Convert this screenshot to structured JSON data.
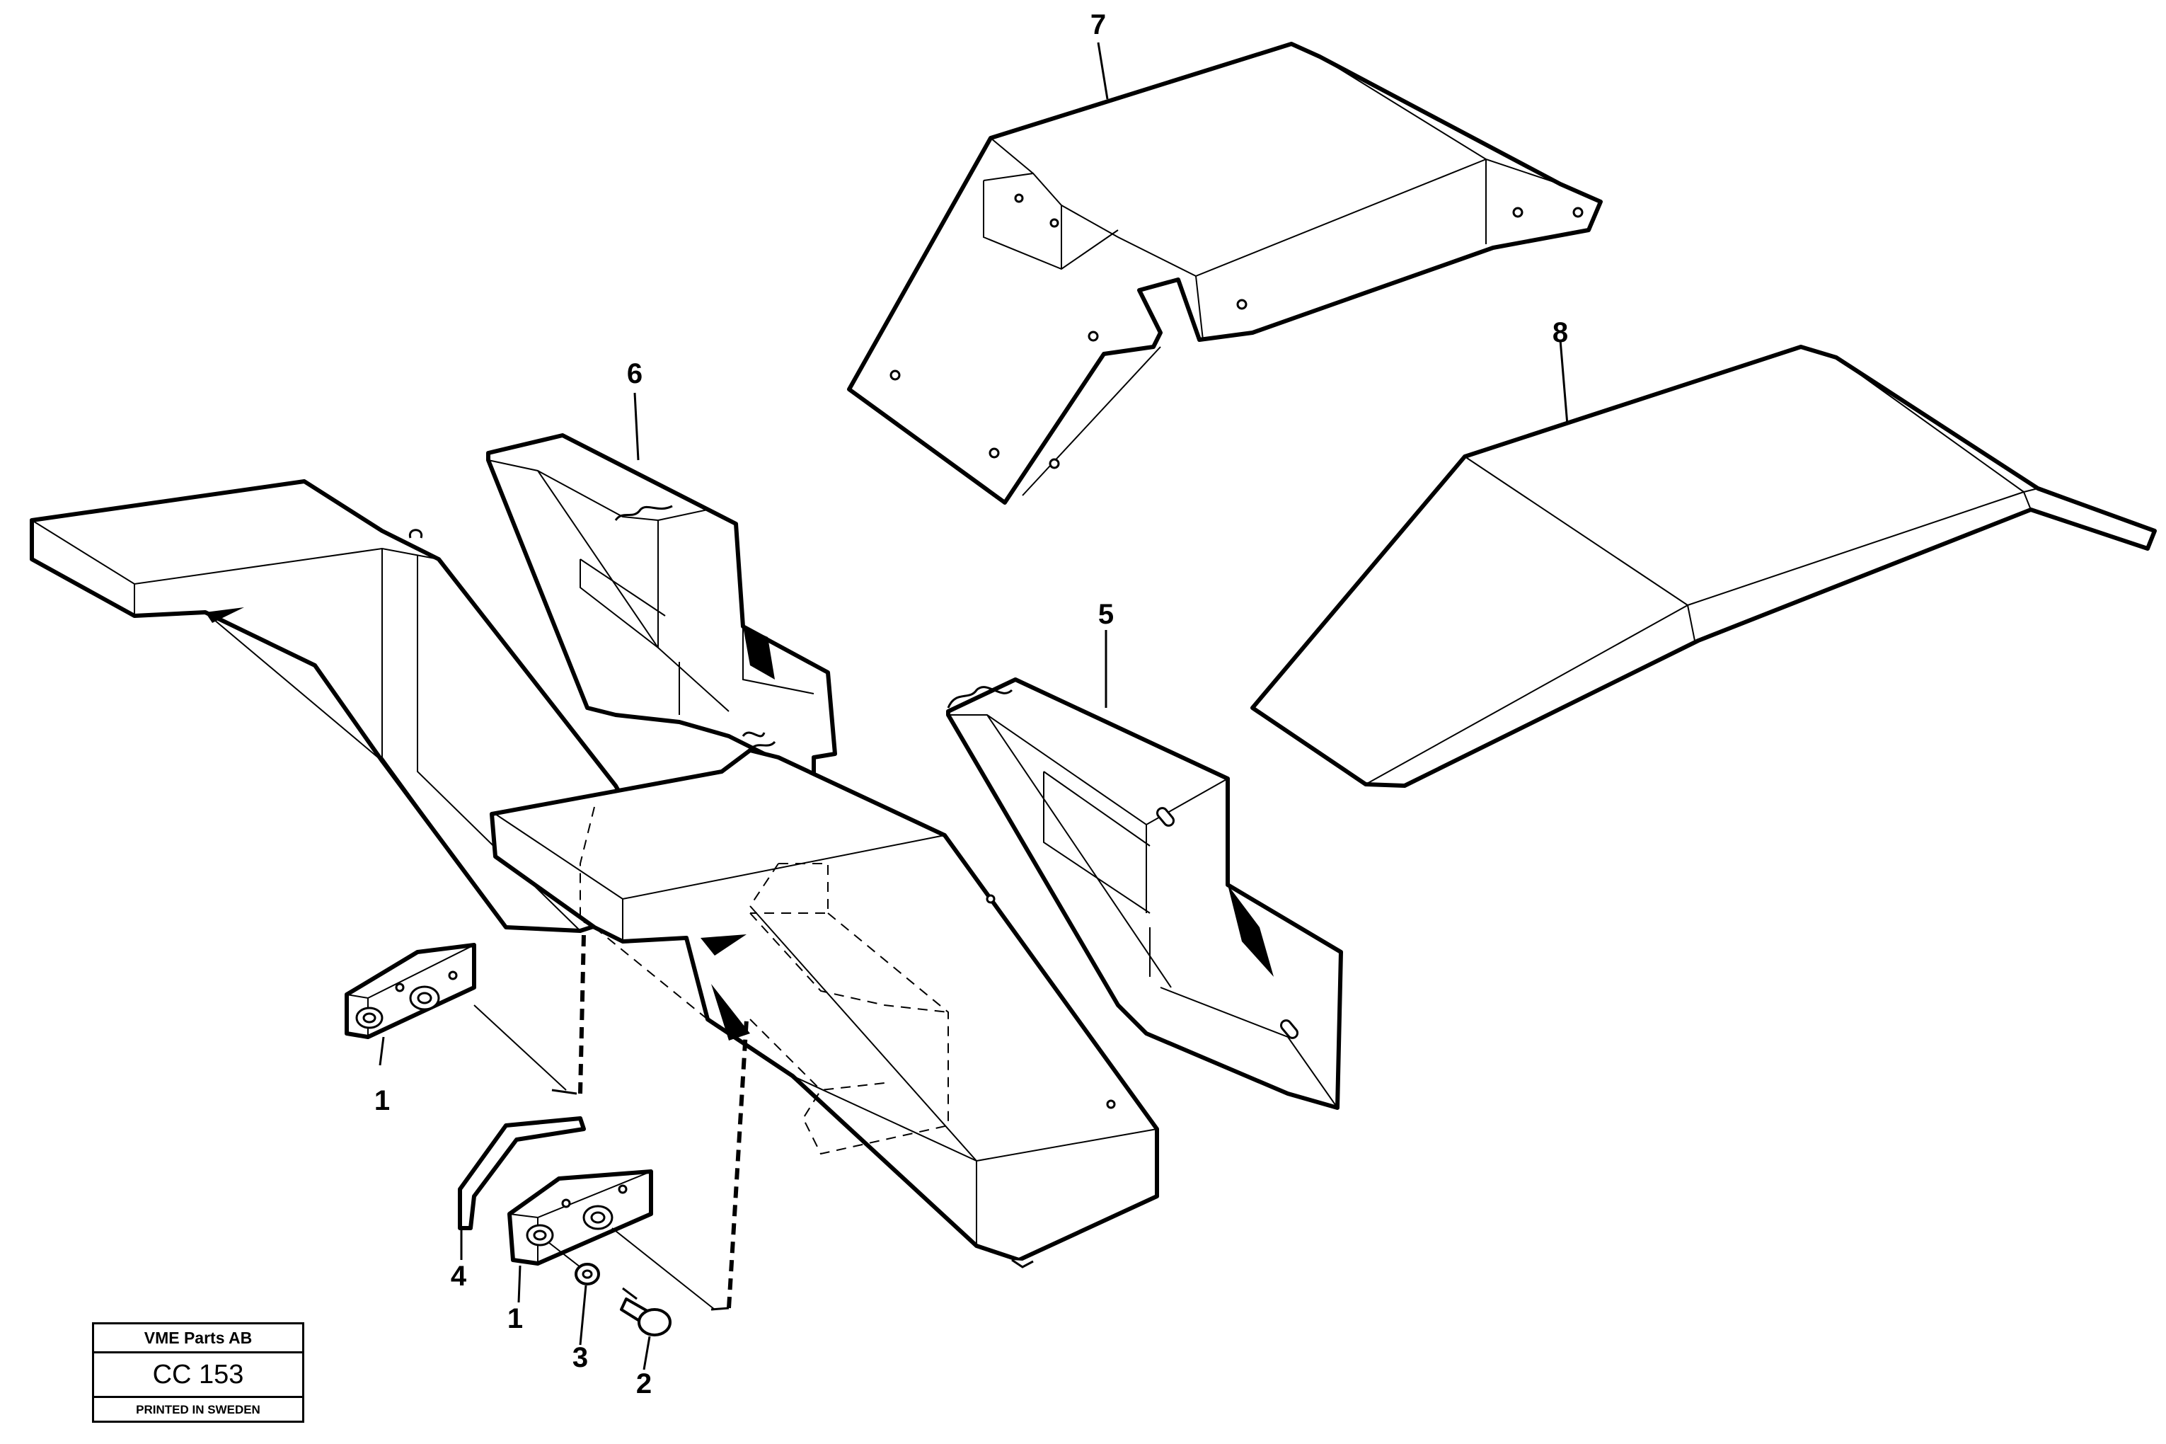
{
  "diagram": {
    "callouts": [
      {
        "id": "7",
        "label": "7"
      },
      {
        "id": "8",
        "label": "8"
      },
      {
        "id": "6",
        "label": "6"
      },
      {
        "id": "5",
        "label": "5"
      },
      {
        "id": "1a",
        "label": "1"
      },
      {
        "id": "4",
        "label": "4"
      },
      {
        "id": "1b",
        "label": "1"
      },
      {
        "id": "3",
        "label": "3"
      },
      {
        "id": "2",
        "label": "2"
      }
    ]
  },
  "title_block": {
    "company": "VME Parts AB",
    "code": "CC 153",
    "printed": "PRINTED IN SWEDEN"
  }
}
